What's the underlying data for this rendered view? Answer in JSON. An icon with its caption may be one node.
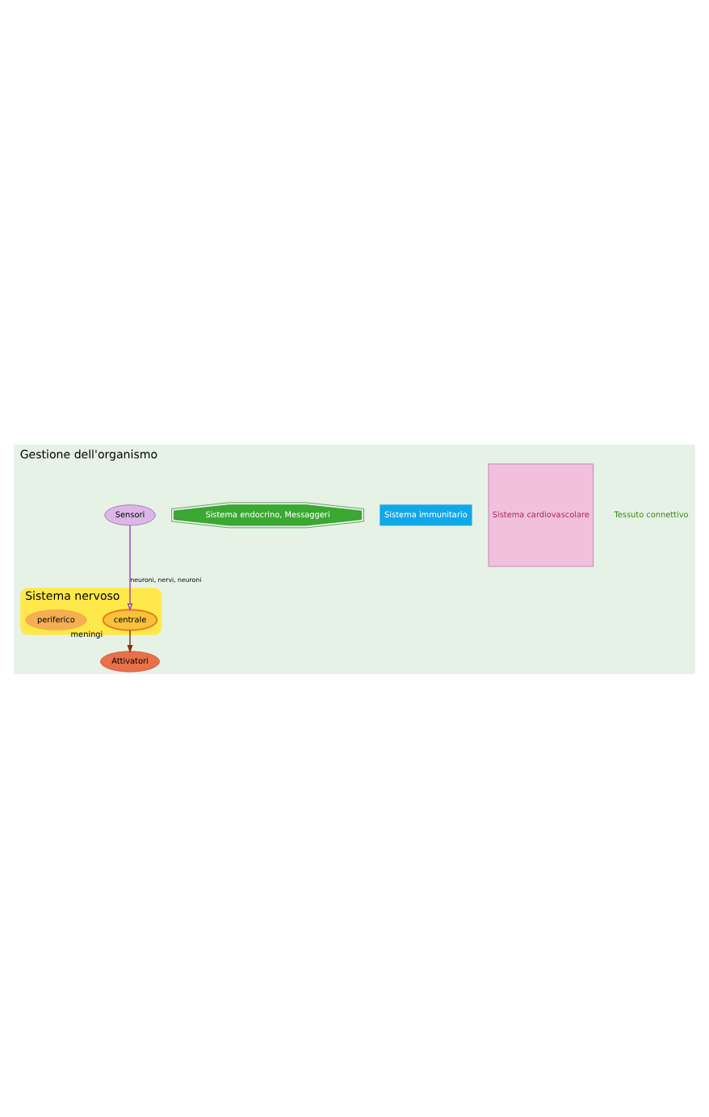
{
  "diagram": {
    "title": "Gestione dell'organismo",
    "nodes": [
      {
        "text": [
          "Sistema nervoso"
        ]
      },
      {
        "text": [
          "centrale"
        ],
        "in": 0,
        "beside": [
          "meningi"
        ]
      },
      {
        "text": [
          "periferico"
        ],
        "in": 0
      },
      {
        "text": [
          "Sensori"
        ]
      },
      {
        "text": [
          "Attivatori"
        ]
      },
      {
        "text": [
          "Sistema endocrino, Messaggeri"
        ]
      },
      {
        "text": [
          "Sistema immunitario"
        ]
      },
      {
        "text": [
          "Sistema cardiovascolare"
        ]
      }
    ],
    "edges": [
      {
        "from": 3,
        "to": 1,
        "arrow": "to",
        "label": "neuroni, nervi, neuroni",
        "color": "#9b3fc0"
      },
      {
        "from": 1,
        "to": 4,
        "arrow": "to",
        "color": "#8b2a10"
      }
    ],
    "labels": [
      "Tessuto connettivo"
    ]
  }
}
